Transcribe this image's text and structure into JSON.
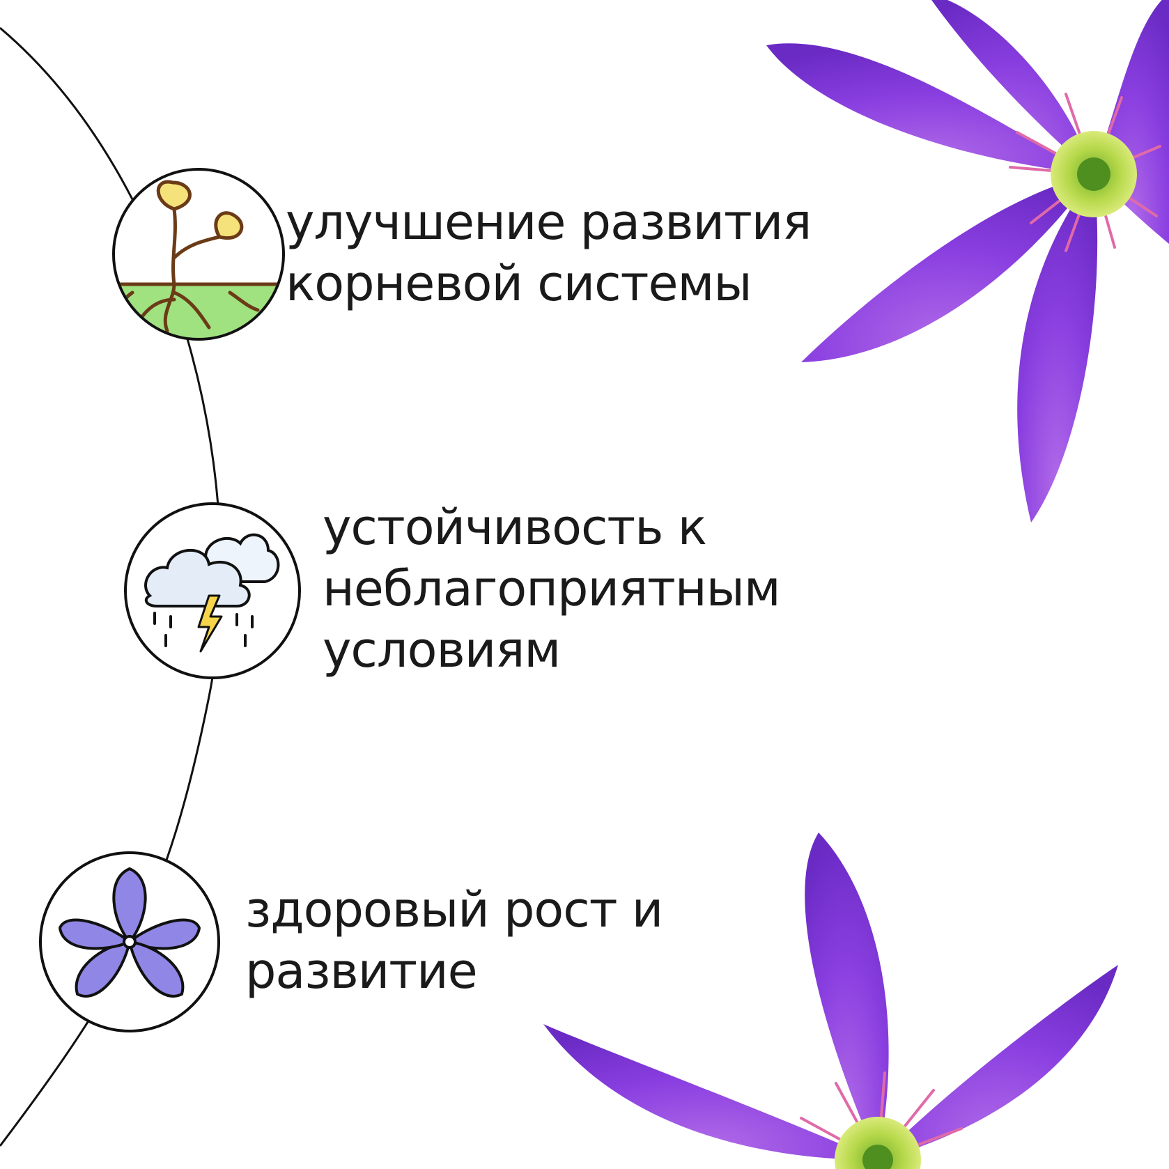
{
  "features": [
    {
      "icon": "sprout-roots-icon",
      "lines": [
        "улучшение развития",
        "корневой системы"
      ]
    },
    {
      "icon": "storm-cloud-icon",
      "lines": [
        "устойчивость к",
        "неблагоприятным",
        "условиям"
      ]
    },
    {
      "icon": "violet-flower-icon",
      "lines": [
        "здоровый рост и",
        "развитие"
      ]
    }
  ],
  "colors": {
    "flower_purple": "#8a3fe0",
    "flower_center": "#b6d84a",
    "stamen_pink": "#e06aa8",
    "leaf_yellow": "#f6e27a",
    "soil_green": "#9fe27f",
    "icon_flower": "#8f86e6"
  }
}
